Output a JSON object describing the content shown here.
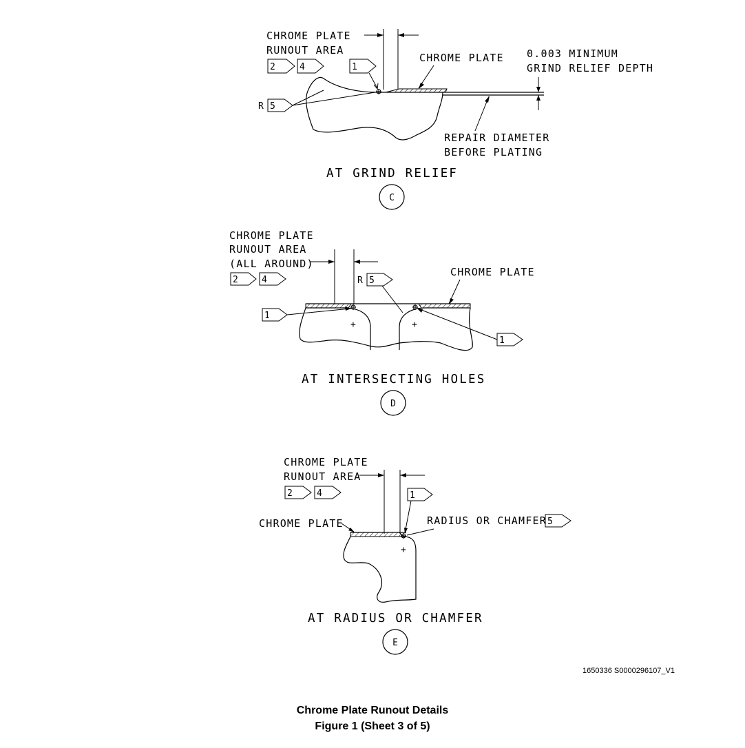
{
  "detail_c": {
    "runout_label_1": "CHROME PLATE",
    "runout_label_2": "RUNOUT AREA",
    "flag_2": "2",
    "flag_4": "4",
    "flag_1": "1",
    "radius_prefix": "R",
    "flag_5": "5",
    "chrome_plate": "CHROME PLATE",
    "min_depth_1": "0.003 MINIMUM",
    "min_depth_2": "GRIND RELIEF DEPTH",
    "repair_1": "REPAIR DIAMETER",
    "repair_2": "BEFORE PLATING",
    "title": "AT GRIND RELIEF",
    "letter": "C"
  },
  "detail_d": {
    "runout_label_1": "CHROME PLATE",
    "runout_label_2": "RUNOUT AREA",
    "runout_label_3": "(ALL AROUND)",
    "flag_2": "2",
    "flag_4": "4",
    "radius_prefix": "R",
    "flag_5": "5",
    "chrome_plate": "CHROME PLATE",
    "flag_1_left": "1",
    "flag_1_right": "1",
    "title": "AT INTERSECTING HOLES",
    "letter": "D"
  },
  "detail_e": {
    "runout_label_1": "CHROME PLATE",
    "runout_label_2": "RUNOUT AREA",
    "flag_2": "2",
    "flag_4": "4",
    "flag_1": "1",
    "chrome_plate": "CHROME PLATE",
    "radius_chamfer": "RADIUS OR CHAMFER",
    "flag_5": "5",
    "title": "AT RADIUS OR CHAMFER",
    "letter": "E"
  },
  "doc_id": "1650336 S0000296107_V1",
  "caption": {
    "line1": "Chrome Plate Runout Details",
    "line2": "Figure 1  (Sheet 3 of 5)"
  }
}
